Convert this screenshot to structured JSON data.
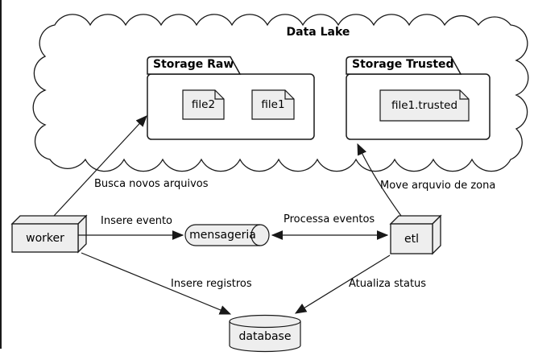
{
  "diagram": {
    "title": "Data Lake",
    "packages": [
      {
        "label": "Storage Raw",
        "files": [
          "file2",
          "file1"
        ]
      },
      {
        "label": "Storage Trusted",
        "files": [
          "file1.trusted"
        ]
      }
    ],
    "nodes": {
      "worker": "worker",
      "queue": "mensageria",
      "etl": "etl",
      "database": "database"
    },
    "edges": [
      {
        "label": "Busca novos arquivos"
      },
      {
        "label": "Insere evento"
      },
      {
        "label": "Processa eventos"
      },
      {
        "label": "Move arquvio de zona"
      },
      {
        "label": "Insere registros"
      },
      {
        "label": "Atualiza status"
      }
    ],
    "colors": {
      "stroke": "#181818",
      "node_fill": "#EEEEEE",
      "background": "#FFFFFF"
    }
  }
}
